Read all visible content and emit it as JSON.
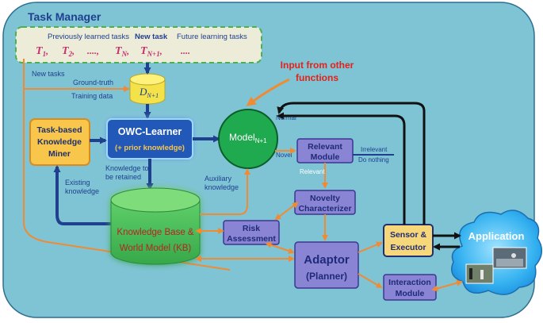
{
  "title": "Task Manager",
  "tasks": {
    "previous_label": "Previously learned tasks",
    "new_label": "New task",
    "future_label": "Future learning tasks",
    "t1": "T₁,",
    "t2": "T₂,",
    "dots1": "....,",
    "tN": "T_N,",
    "tN1": "T_N+1,",
    "dots2": "....",
    "t_symbol": "T",
    "sub_1": "1",
    "sub_2": "2",
    "sub_N": "N",
    "sub_N1": "N+1",
    "comma": ",",
    "dots1_text": "....,",
    "dots2_text": "...."
  },
  "labels": {
    "new_tasks": "New tasks",
    "ground_truth": "Ground-truth",
    "training_data": "Training data",
    "dataset_D": "D",
    "dataset_sub": "N+1",
    "input_other_1": "Input from other",
    "input_other_2": "functions",
    "model": "Model",
    "model_sub": "N+1",
    "normal": "Normal",
    "novel": "Novel",
    "relevant": "Relevant",
    "irrelevant": "Irrelevant",
    "do_nothing": "Do nothing",
    "knowledge_to_1": "Knowledge to",
    "knowledge_to_2": "be retained",
    "existing_1": "Existing",
    "existing_2": "knowledge",
    "auxiliary_1": "Auxiliary",
    "auxiliary_2": "knowledge"
  },
  "boxes": {
    "miner_1": "Task-based",
    "miner_2": "Knowledge",
    "miner_3": "Miner",
    "owc_1": "OWC-Learner",
    "owc_2": "(+ prior knowledge)",
    "kb_1": "Knowledge Base &",
    "kb_2": "World Model (KB)",
    "relevant_1": "Relevant",
    "relevant_2": "Module",
    "novelty_1": "Novelty",
    "novelty_2": "Characterizer",
    "risk_1": "Risk",
    "risk_2": "Assessment",
    "adaptor_1": "Adaptor",
    "adaptor_2": "(Planner)",
    "sensor_1": "Sensor &",
    "sensor_2": "Executor",
    "interaction_1": "Interaction",
    "interaction_2": "Module",
    "application": "Application"
  },
  "colors": {
    "background": "#7fc4d4",
    "orange": "#f08a33",
    "navy": "#1f3f8f",
    "purple_box": "#8a84d4",
    "green": "#1fa84f",
    "yellow": "#f5d56a",
    "red_text": "#e2231a",
    "app_blue": "#1e8fe0"
  }
}
